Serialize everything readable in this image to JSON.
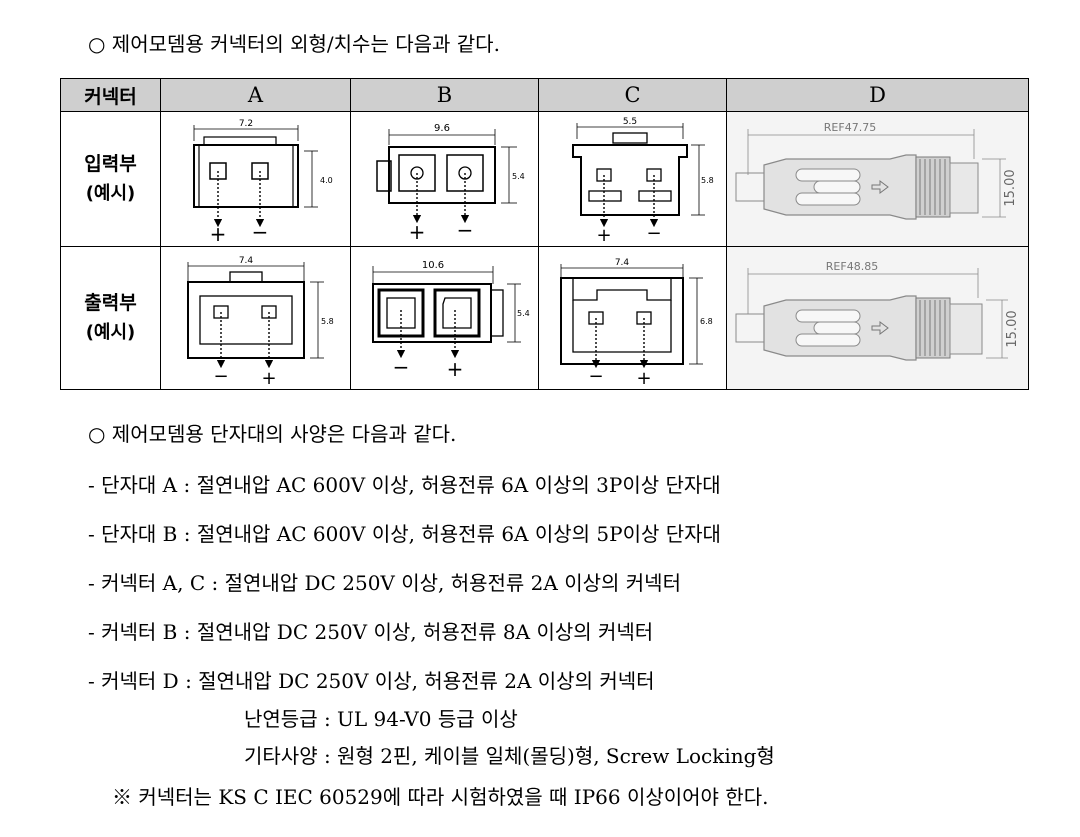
{
  "intro1": "○ 제어모뎀용 커넥터의 외형/치수는 다음과 같다.",
  "table": {
    "headers": [
      "커넥터",
      "A",
      "B",
      "C",
      "D"
    ],
    "rows": [
      {
        "label": "입력부",
        "sub": "(예시)",
        "dims": {
          "A_w": "7.2",
          "A_h": "4.0",
          "B_w": "9.6",
          "B_h": "5.4",
          "C_w": "5.5",
          "C_h": "5.8",
          "D_ref": "REF47.75",
          "D_h": "15.00"
        },
        "polarity": {
          "A": [
            "+",
            "−"
          ],
          "B": [
            "+",
            "−"
          ],
          "C": [
            "+",
            "−"
          ]
        }
      },
      {
        "label": "출력부",
        "sub": "(예시)",
        "dims": {
          "A_w": "7.4",
          "A_h": "5.8",
          "B_w": "10.6",
          "B_h": "5.4",
          "C_w": "7.4",
          "C_h": "6.8",
          "D_ref": "REF48.85",
          "D_h": "15.00"
        },
        "polarity": {
          "A": [
            "−",
            "+"
          ],
          "B": [
            "−",
            "+"
          ],
          "C": [
            "−",
            "+"
          ]
        }
      }
    ]
  },
  "intro2": "○ 제어모뎀용 단자대의 사양은 다음과 같다.",
  "specs": [
    "- 단자대 A : 절연내압 AC 600V 이상, 허용전류 6A 이상의 3P이상 단자대",
    "- 단자대 B : 절연내압 AC 600V 이상, 허용전류 6A 이상의 5P이상 단자대",
    "- 커넥터 A, C : 절연내압 DC 250V 이상, 허용전류 2A 이상의 커넥터",
    "- 커넥터 B : 절연내압 DC 250V 이상, 허용전류 8A 이상의 커넥터",
    "- 커넥터 D : 절연내압 DC 250V 이상, 허용전류 2A 이상의 커넥터"
  ],
  "spec_d_extra": [
    "난연등급 : UL 94-V0 등급 이상",
    "기타사양 : 원형 2핀, 케이블 일체(몰딩)형, Screw Locking형"
  ],
  "note": "※ 커넥터는 KS C IEC 60529에 따라 시험하였을 때 IP66 이상이어야 한다."
}
